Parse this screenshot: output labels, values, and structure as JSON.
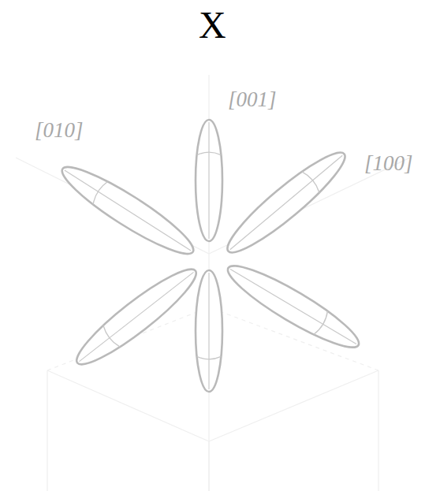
{
  "diagram": {
    "title": "X",
    "labels": [
      "[010]",
      "[001]",
      "[100]"
    ]
  }
}
